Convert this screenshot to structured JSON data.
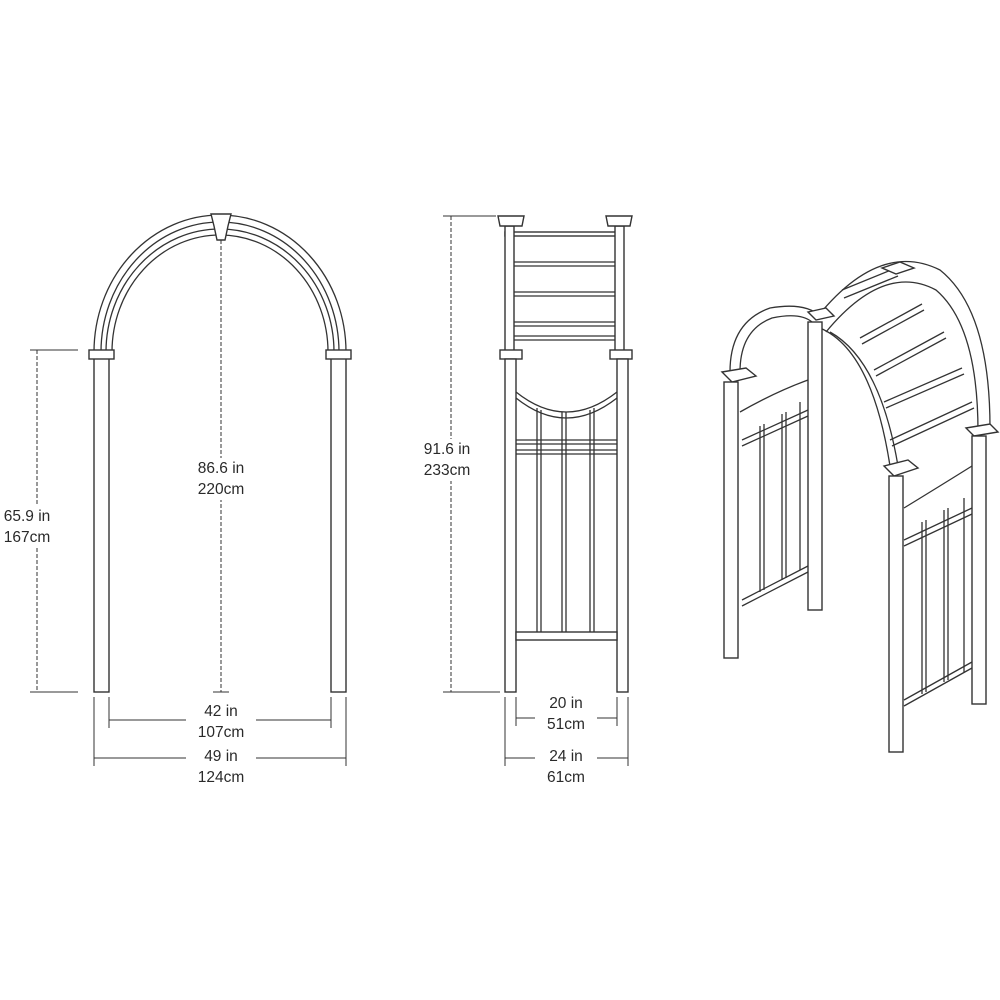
{
  "dimensions": {
    "post_height": {
      "imperial": "65.9 in",
      "metric": "167cm"
    },
    "arch_height": {
      "imperial": "86.6 in",
      "metric": "220cm"
    },
    "inner_width": {
      "imperial": "42 in",
      "metric": "107cm"
    },
    "outer_width": {
      "imperial": "49 in",
      "metric": "124cm"
    },
    "total_height": {
      "imperial": "91.6 in",
      "metric": "233cm"
    },
    "inner_depth": {
      "imperial": "20 in",
      "metric": "51cm"
    },
    "outer_depth": {
      "imperial": "24 in",
      "metric": "61cm"
    }
  },
  "views": [
    "front-view",
    "side-view",
    "perspective-view"
  ]
}
